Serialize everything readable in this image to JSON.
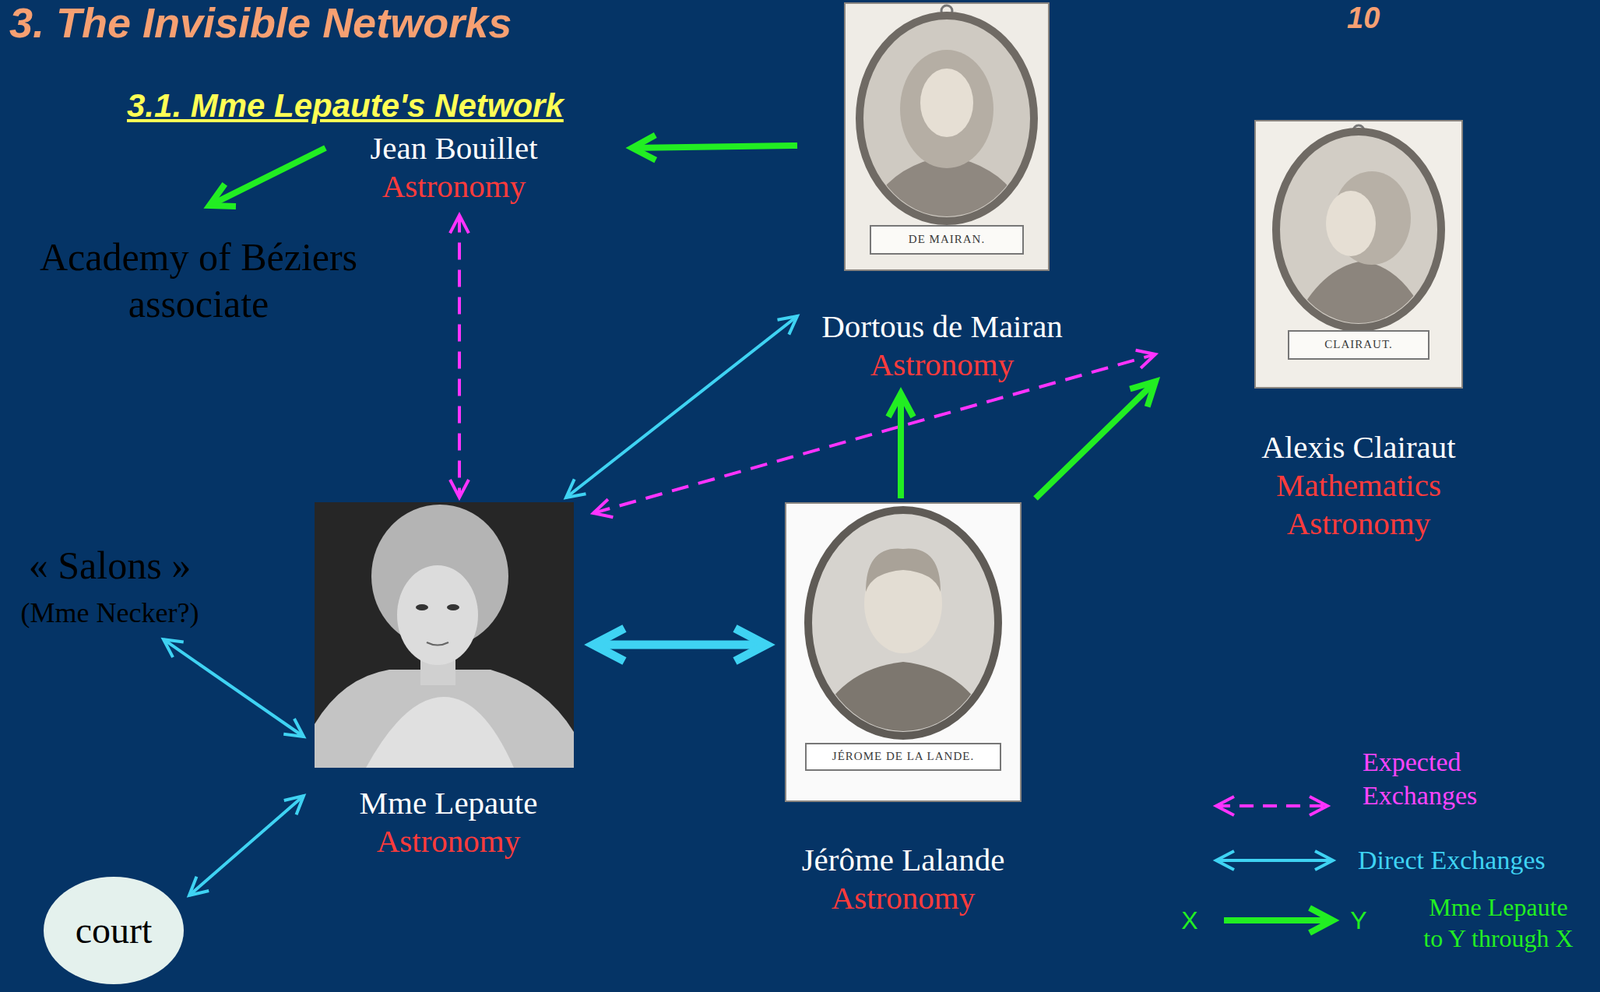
{
  "diagram": {
    "title": "3. The Invisible Networks",
    "nodes": [
      {
        "text": [
          "Jean Bouillet",
          "Astronomy"
        ]
      },
      {
        "text": [
          "Dortous de Mairan",
          "Astronomy"
        ]
      },
      {
        "text": [
          "Academy of Béziers associate"
        ]
      },
      {
        "text": [
          "Alexis Clairaut",
          "Mathematics",
          "Astronomy"
        ]
      },
      {
        "text": [
          "« Salons »",
          "(Mme Necker?)"
        ]
      },
      {
        "text": [
          "Mme Lepaute",
          "Astronomy"
        ]
      },
      {
        "text": [
          "Jérôme Lalande",
          "Astronomy"
        ]
      },
      {
        "text": [
          "court"
        ]
      }
    ],
    "edges": [
      {
        "from": 1,
        "to": 0,
        "arrow": "to"
      },
      {
        "from": 0,
        "to": 2,
        "arrow": "to"
      },
      {
        "from": 0,
        "to": 5,
        "arrow": "both"
      },
      {
        "from": 5,
        "to": 1,
        "arrow": "both"
      },
      {
        "from": 5,
        "to": 3,
        "arrow": "both"
      },
      {
        "from": 6,
        "to": 1,
        "arrow": "to"
      },
      {
        "from": 6,
        "to": 3,
        "arrow": "to"
      },
      {
        "from": 5,
        "to": 6,
        "arrow": "both"
      },
      {
        "from": 4,
        "to": 5,
        "arrow": "both"
      },
      {
        "from": 7,
        "to": 5,
        "arrow": "both"
      }
    ],
    "labels": [
      "10",
      "3.1. Mme Lepaute's Network",
      "DE MAIRAN.",
      "CLAIRAUT.",
      "JÉROME DE LA LANDE.",
      "X",
      "Y"
    ],
    "legend": [
      {
        "text": "Expected Exchanges"
      },
      {
        "text": "Direct Exchanges"
      },
      {
        "text": "Mme Lepaute to Y through X"
      }
    ]
  }
}
